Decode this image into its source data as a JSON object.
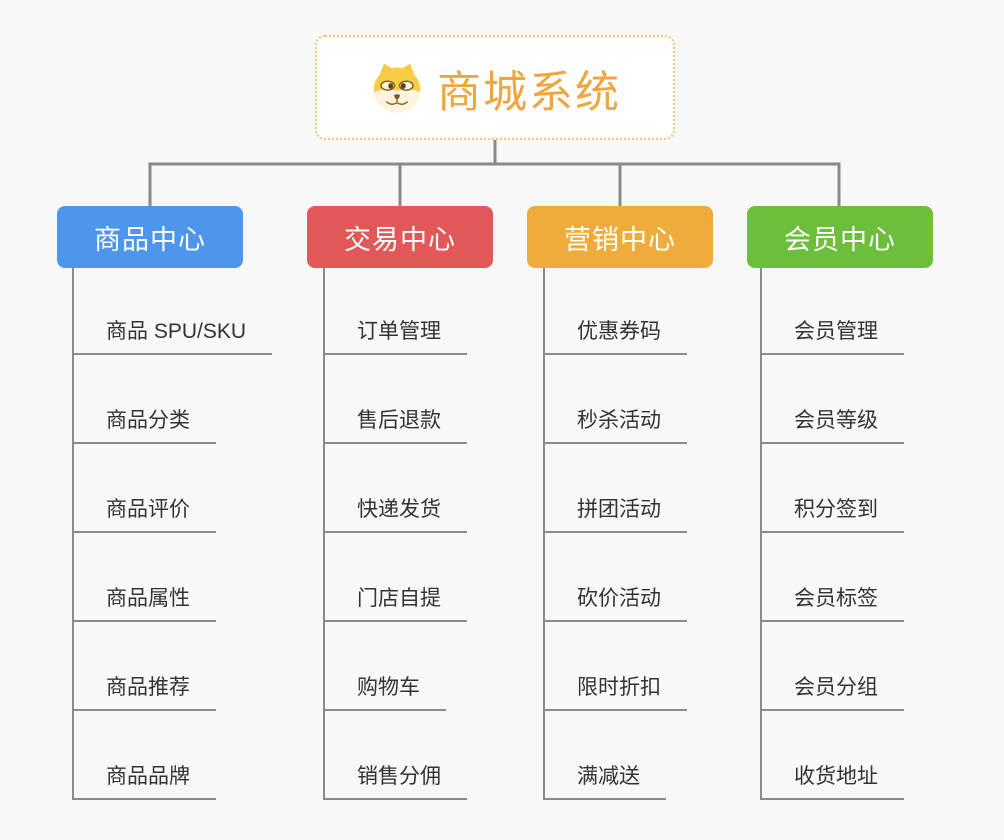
{
  "canvas": {
    "background": "#f8f8f8",
    "connector_color": "#8a8a8a"
  },
  "root": {
    "title": "商城系统",
    "title_color": "#f0a540",
    "border_color": "#f3c272",
    "icon": "dog-face-icon"
  },
  "branches": [
    {
      "label": "商品中心",
      "color": "#4e95ec",
      "items": [
        "商品 SPU/SKU",
        "商品分类",
        "商品评价",
        "商品属性",
        "商品推荐",
        "商品品牌"
      ]
    },
    {
      "label": "交易中心",
      "color": "#e25757",
      "items": [
        "订单管理",
        "售后退款",
        "快递发货",
        "门店自提",
        "购物车",
        "销售分佣"
      ]
    },
    {
      "label": "营销中心",
      "color": "#eead3a",
      "items": [
        "优惠券码",
        "秒杀活动",
        "拼团活动",
        "砍价活动",
        "限时折扣",
        "满减送"
      ]
    },
    {
      "label": "会员中心",
      "color": "#6cbe3b",
      "items": [
        "会员管理",
        "会员等级",
        "积分签到",
        "会员标签",
        "会员分组",
        "收货地址"
      ]
    }
  ]
}
